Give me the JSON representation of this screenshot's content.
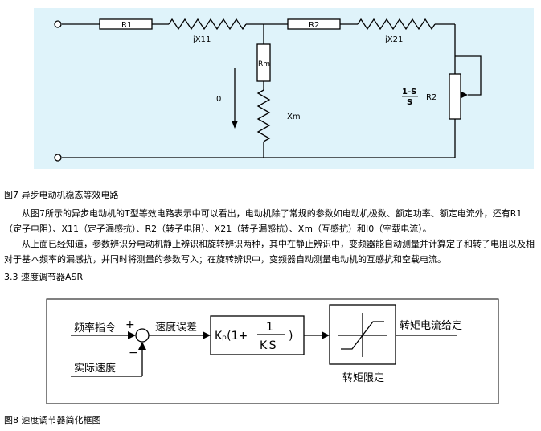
{
  "figure7": {
    "labels": {
      "r1": "R1",
      "jx11": "jX11",
      "r2": "R2",
      "jx21": "jX21",
      "rm": "Rm",
      "i0": "I0",
      "xm": "Xm",
      "slip_top": "1-S",
      "slip_bottom": "S",
      "r2_load": "R2"
    },
    "caption": "图7  异步电动机稳态等效电路"
  },
  "paragraphs": [
    "从图7所示的异步电动机的T型等效电路表示中可以看出，电动机除了常规的参数如电动机极数、额定功率、额定电流外，还有R1（定子电阻）、X11（定子漏感抗）、R2（转子电阻）、X21（转子漏感抗）、Xm（互感抗）和I0（空载电流）。",
    "从上面已经知道，参数辨识分电动机静止辨识和旋转辨识两种，其中在静止辨识中，变频器能自动测量并计算定子和转子电阻以及相对于基本频率的漏感抗，并同时将测量的参数写入；在旋转辨识中，变频器自动测量电动机的互感抗和空载电流。"
  ],
  "section_heading": "3.3   速度调节器ASR",
  "figure8": {
    "labels": {
      "freq_cmd": "频率指令",
      "plus": "+",
      "minus": "−",
      "speed_error": "速度误差",
      "actual_speed": "实际速度",
      "kp": "Kₚ(1+",
      "one": "1",
      "kis": "KᵢS",
      "rparen": ")",
      "torque_current": "转矩电流给定",
      "torque_limit": "转矩限定"
    },
    "caption": "图8   速度调节器简化框图"
  },
  "colors": {
    "circuit_bg": "#dff3fa",
    "ink": "#000000"
  }
}
